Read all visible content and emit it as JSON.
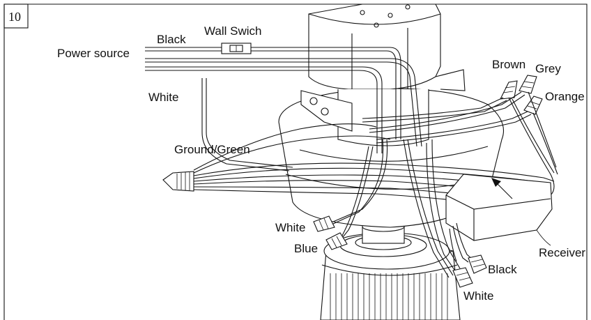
{
  "step_number": "10",
  "labels": {
    "power_source": "Power source",
    "black_top": "Black",
    "wall_switch": "Wall Swich",
    "white_left": "White",
    "ground_green": "Ground/Green",
    "brown": "Brown",
    "grey": "Grey",
    "orange": "Orange",
    "white_center": "White",
    "blue": "Blue",
    "receiver": "Receiver",
    "black_bottom": "Black",
    "white_bottom": "White"
  },
  "colors": {
    "line": "#111111",
    "background": "#ffffff"
  }
}
